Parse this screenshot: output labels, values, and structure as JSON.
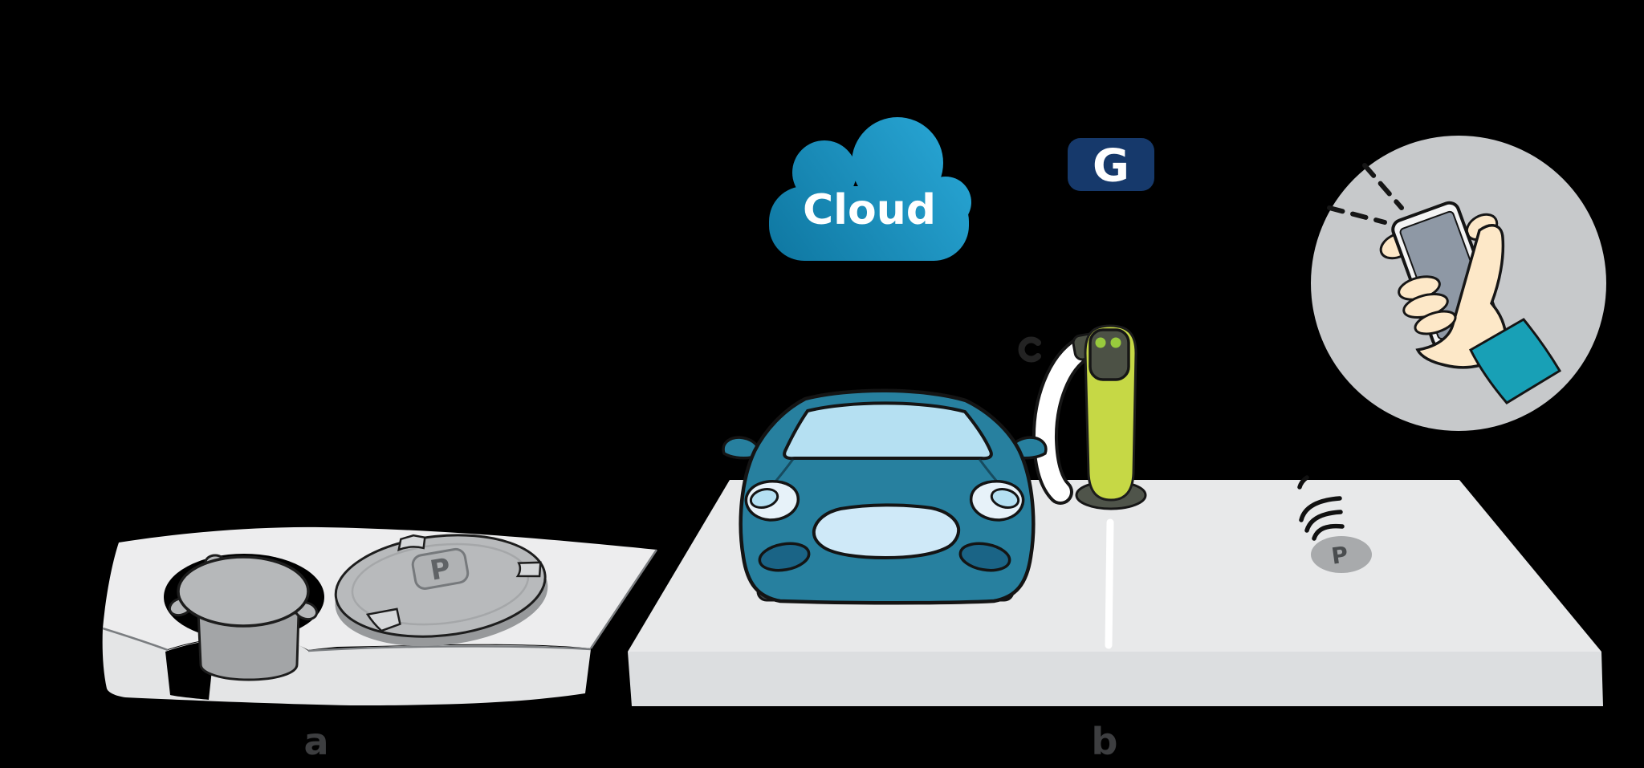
{
  "figure_title": "smart-parking-sensor-illustration",
  "cloud": {
    "label": "Cloud"
  },
  "badge": {
    "label": "G"
  },
  "panel_a": {
    "label": "a",
    "cover_letter": "P"
  },
  "panel_b": {
    "label": "b",
    "sensor_letter": "P"
  },
  "icons": [
    "cloud-icon",
    "network-badge",
    "parking-disc-icon",
    "ground-sensor-icon",
    "signal-waves-icon",
    "signal-dashes-icon",
    "phone-icon",
    "hand-icon",
    "charging-station-icon",
    "charging-cable-icon",
    "car-icon",
    "plug-mark-icon"
  ],
  "colors": {
    "background": "#000000",
    "label": "#3d3e40",
    "platform_top": "#e8e9ea",
    "platform_front": "#dcdee0",
    "slab_top": "#ededee",
    "slab_front": "#e4e5e6",
    "car_body": "#27809f",
    "car_glass": "#b5e0f2",
    "car_grille": "#cfe9f8",
    "fog_light": "#1a6486",
    "wheel": "#3c3e41",
    "station_body": "#c6d845",
    "station_head": "#4c5145",
    "station_dot": "#98ca3d",
    "station_base": "#4f544a",
    "cable": "#ffffff",
    "divider": "#ffffff",
    "sensor_gray": "#a8aaac",
    "sensor_letter": "#4a4d4f",
    "disc_gray": "#b8babc",
    "disc_emblem": "#b0b2b4",
    "disc_letter": "#606366",
    "cylinder": "#a3a5a7",
    "dome": "#b6b8ba",
    "circle_bg": "#c7c9cb",
    "skin": "#fde8c8",
    "sleeve": "#18a0b6",
    "phone_body": "#f4f4f4",
    "phone_screen": "#8e98a5",
    "badge_bg": "#16396b",
    "cloud_gradient_start": "#0e76a0",
    "cloud_gradient_end": "#2aa9d8",
    "text_on_color": "#ffffff"
  }
}
